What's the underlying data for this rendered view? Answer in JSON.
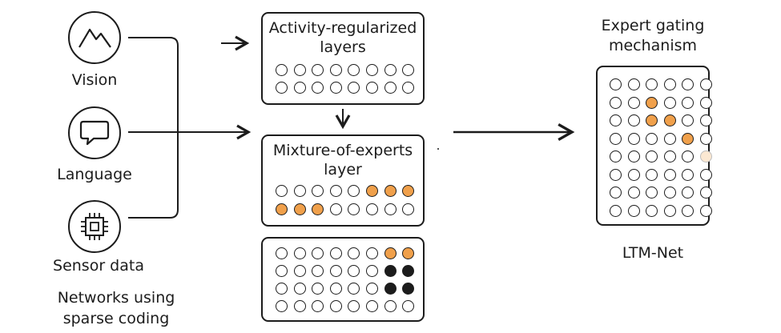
{
  "inputs": {
    "vision": {
      "label": "Vision",
      "icon": "mountain-icon"
    },
    "language": {
      "label": "Language",
      "icon": "speech-bubble-icon"
    },
    "sensor": {
      "label": "Sensor data",
      "icon": "chip-icon"
    },
    "caption": [
      "Networks using",
      "sparse coding"
    ]
  },
  "panels": {
    "activity": {
      "title": [
        "Activity-regularized",
        "layers"
      ],
      "rows": [
        "........",
        "........"
      ]
    },
    "moe": {
      "title": [
        "Mixture-of-experts",
        "layer"
      ],
      "rows": [
        ".....ooo",
        "ooo....."
      ]
    },
    "sparse": {
      "rows": [
        "......oo",
        "......kk",
        "......kk",
        "........"
      ]
    }
  },
  "gating": {
    "title": [
      "Expert gating",
      "mechanism"
    ],
    "rows": [
      "......",
      "..o...",
      "..oo..",
      "....o.",
      ".....f",
      "......",
      "......",
      "......"
    ]
  },
  "output": {
    "label": "LTM-Net"
  },
  "colors": {
    "accent": "#f0a04b",
    "ink": "#1c1c1c",
    "faint": "#fbe8d2"
  }
}
